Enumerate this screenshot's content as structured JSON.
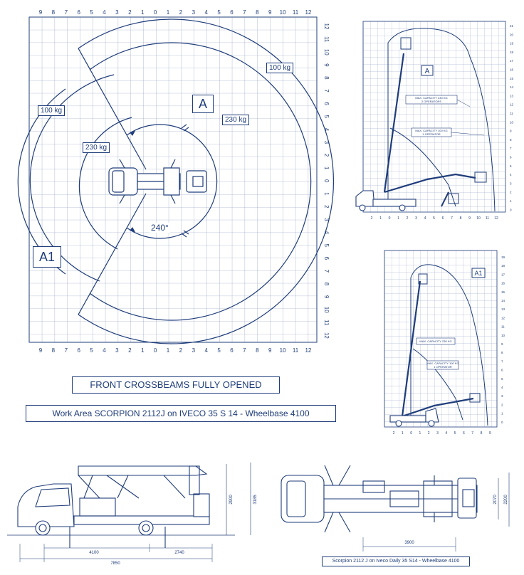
{
  "main_diagram": {
    "x_ticks": [
      "9",
      "8",
      "7",
      "6",
      "5",
      "4",
      "3",
      "2",
      "1",
      "0",
      "1",
      "2",
      "3",
      "4",
      "5",
      "6",
      "7",
      "8",
      "9",
      "10",
      "11",
      "12"
    ],
    "y_ticks": [
      "12",
      "11",
      "10",
      "9",
      "8",
      "7",
      "6",
      "5",
      "4",
      "3",
      "2",
      "1",
      "0",
      "1",
      "2",
      "3",
      "4",
      "5",
      "6",
      "7",
      "8",
      "9",
      "10",
      "11",
      "12"
    ],
    "zone_a": "A",
    "zone_a1": "A1",
    "load_100_right": "100 kg",
    "load_100_left": "100 kg",
    "load_230_right": "230 kg",
    "load_230_left": "230 kg",
    "angle": "240°"
  },
  "side_chart_a": {
    "zone": "A",
    "cap_230": "MAX. CAPACITY 230 KG\n2 OPERATORS",
    "cap_100": "MAX. CAPACITY 100 KG\n1 OPERATOR",
    "y_ticks": [
      "21",
      "20",
      "19",
      "18",
      "17",
      "16",
      "15",
      "14",
      "13",
      "12",
      "11",
      "10",
      "9",
      "8",
      "7",
      "6",
      "5",
      "4",
      "3",
      "2",
      "1",
      "0"
    ],
    "x_ticks": [
      "2",
      "1",
      "0",
      "1",
      "2",
      "3",
      "4",
      "5",
      "6",
      "7",
      "8",
      "9",
      "10",
      "11",
      "12"
    ]
  },
  "side_chart_a1": {
    "zone": "A1",
    "cap_230": "MAX. CAPACITY 230 KG",
    "cap_100": "MAX. CAPACITY 100 KG\n1 OPERATOR",
    "y_ticks": [
      "19",
      "18",
      "17",
      "16",
      "15",
      "14",
      "13",
      "12",
      "11",
      "10",
      "9",
      "8",
      "7",
      "6",
      "5",
      "4",
      "3",
      "2",
      "1",
      "0"
    ],
    "x_ticks": [
      "2",
      "1",
      "0",
      "1",
      "2",
      "3",
      "4",
      "5",
      "6",
      "7",
      "8",
      "9"
    ]
  },
  "titles": {
    "crossbeams": "FRONT CROSSBEAMS   FULLY OPENED",
    "work_area": "Work Area SCORPION 2112J  on  IVECO  35 S 14 - Wheelbase 4100"
  },
  "side_view": {
    "dim_wheelbase": "4100",
    "dim_rear": "2740",
    "dim_total": "7850",
    "dim_height": "2900"
  },
  "top_view": {
    "dim_length": "3900",
    "dim_width_left": "3185",
    "dim_width_right": "2200",
    "dim_width_inner": "2070",
    "caption": "Scorpion  2112 J  on Iveco Daily 35 S14 - Wheelbase  4100"
  },
  "colors": {
    "ink": "#1f3d7a",
    "grid": "#7d8fb8"
  }
}
